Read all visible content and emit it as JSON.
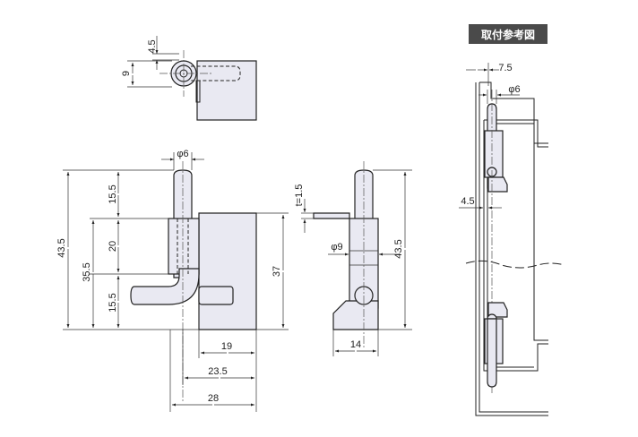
{
  "title_badge": "取付参考図",
  "top_view": {
    "dim_offset": "4.5",
    "dim_height": "9"
  },
  "front_view": {
    "pin_dia": "φ6",
    "dim_top": "15.5",
    "dim_mid": "20",
    "dim_bot": "15.5",
    "dim_total": "43.5",
    "dim_lower": "35.5",
    "dim_body": "37",
    "dim_w19": "19",
    "dim_w235": "23.5",
    "dim_w28": "28"
  },
  "side_view": {
    "thickness": "t=1.5",
    "hole_dia": "φ9",
    "dim_total": "43.5",
    "dim_w14": "14"
  },
  "mount_view": {
    "dim_75": "7.5",
    "pin_dia": "φ6",
    "dim_45": "4.5"
  },
  "colors": {
    "part_fill": "#e9e9f2",
    "line": "#222222",
    "badge_bg": "#4a4a4a"
  }
}
